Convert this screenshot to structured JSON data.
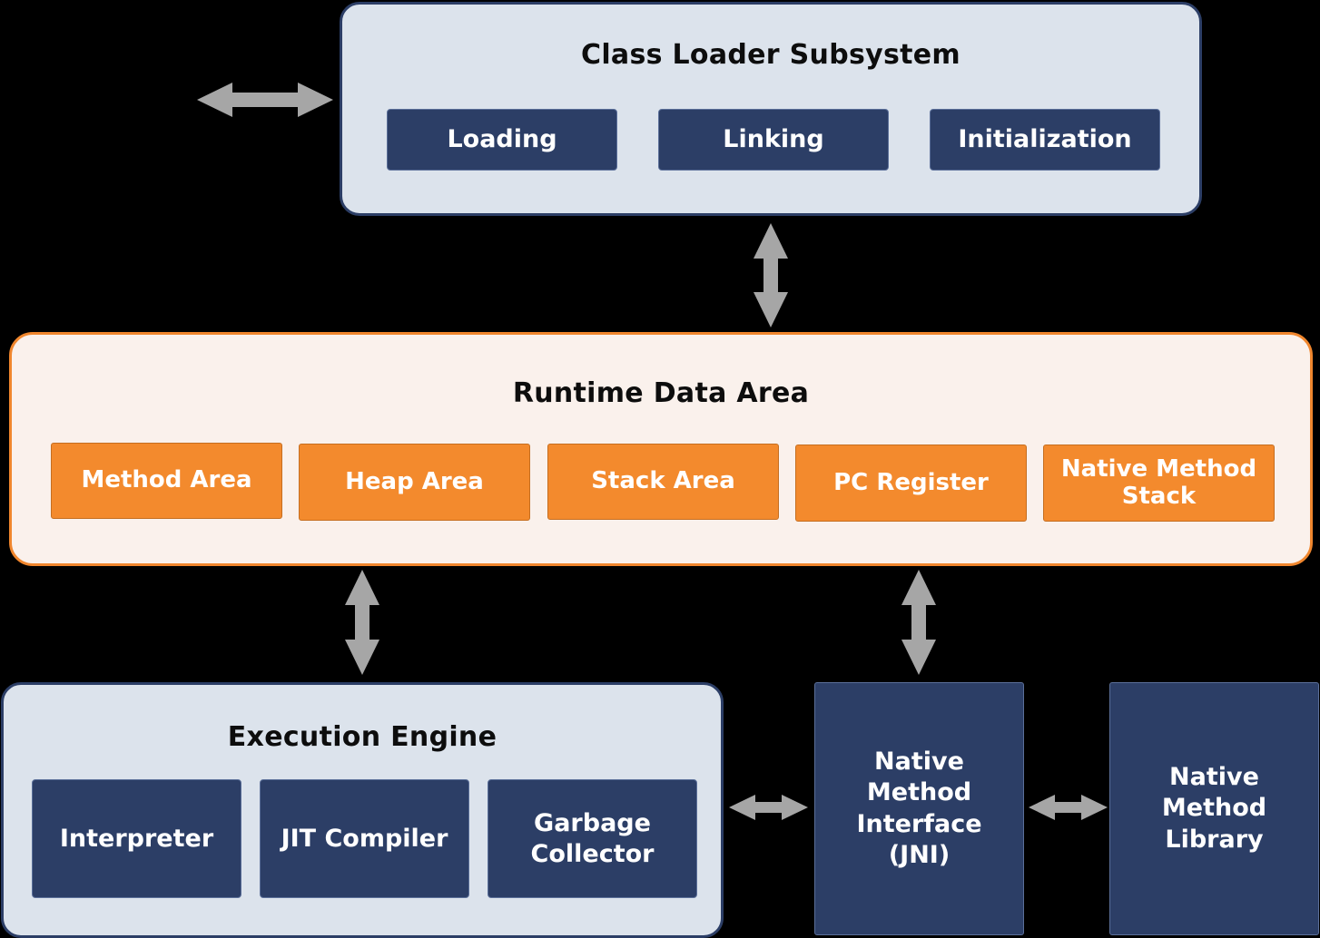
{
  "class_loader": {
    "title": "Class Loader Subsystem",
    "items": [
      "Loading",
      "Linking",
      "Initialization"
    ]
  },
  "runtime": {
    "title": "Runtime Data Area",
    "items": [
      "Method Area",
      "Heap Area",
      "Stack Area",
      "PC Register",
      "Native Method\nStack"
    ]
  },
  "execution": {
    "title": "Execution Engine",
    "items": [
      "Interpreter",
      "JIT Compiler",
      "Garbage\nCollector"
    ]
  },
  "jni": {
    "label": "Native\nMethod\nInterface\n(JNI)"
  },
  "native_library": {
    "label": "Native\nMethod\nLibrary"
  },
  "colors": {
    "navy": "#2c3e66",
    "orange": "#f38a2d",
    "light_panel": "#dce3ec",
    "runtime_panel": "#faf1ec",
    "arrow": "#a6a6a6",
    "background": "#000000"
  }
}
